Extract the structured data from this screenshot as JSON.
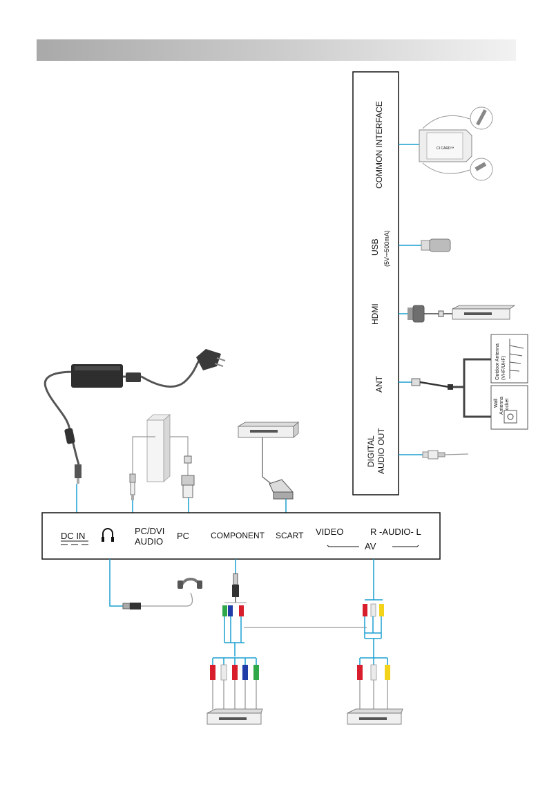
{
  "page_number": "",
  "side_panel": {
    "common_interface": "COMMON INTERFACE",
    "ci_card": "CI CARD™",
    "usb": "USB",
    "usb_spec": "(5V⎓500mA)",
    "hdmi": "HDMI",
    "ant": "ANT",
    "outdoor_antenna_1": "Outdoor Antenna",
    "outdoor_antenna_2": "(VHF/UHF)",
    "wall_socket_1": "Wall",
    "wall_socket_2": "Antenna",
    "wall_socket_3": "Socket",
    "digital_audio_1": "DIGITAL",
    "digital_audio_2": "AUDIO OUT"
  },
  "bottom_panel": {
    "dc_in": "DC IN",
    "pc_dvi_1": "PC/DVI",
    "pc_dvi_2": "AUDIO",
    "pc": "PC",
    "component": "COMPONENT",
    "scart": "SCART",
    "video": "VIDEO",
    "audio": "R -AUDIO- L",
    "av": "AV"
  },
  "colors": {
    "cable": "#1a9fd0",
    "red": "#d81e2c",
    "white": "#ebebeb",
    "yellow": "#f3d21a",
    "green": "#2fa84a",
    "blue": "#1f3ca8"
  }
}
